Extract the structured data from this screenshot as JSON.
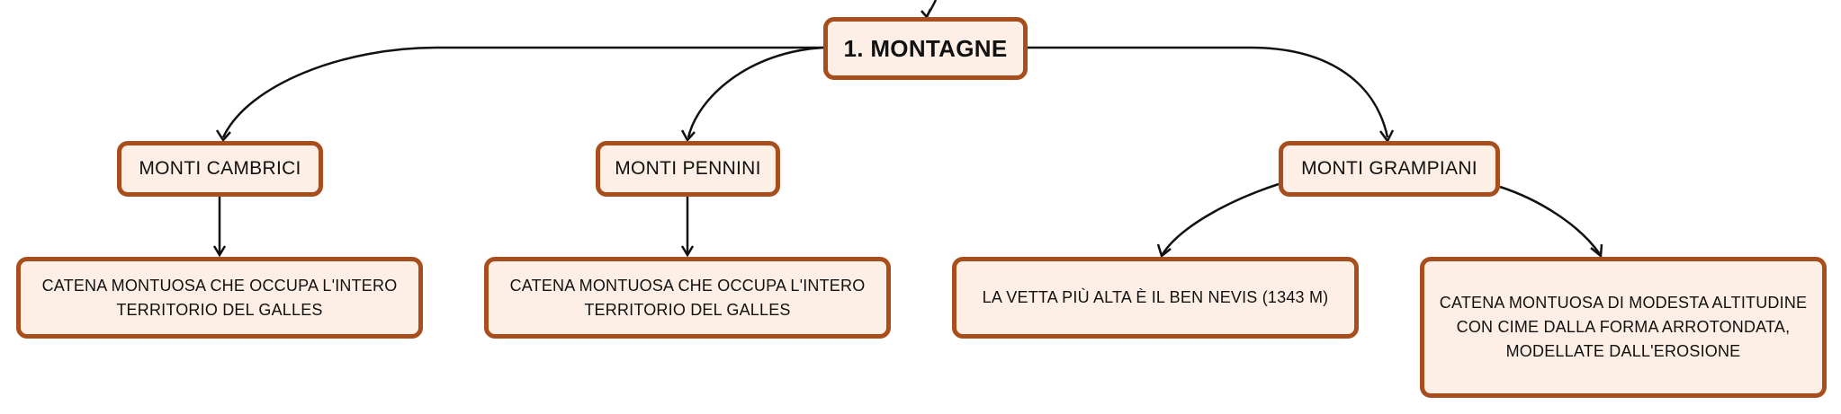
{
  "root": {
    "label": "1. MONTAGNE"
  },
  "children": [
    {
      "label": "MONTI CAMBRICI",
      "details": [
        "CATENA MONTUOSA CHE OCCUPA L'INTERO TERRITORIO DEL GALLES"
      ]
    },
    {
      "label": "MONTI PENNINI",
      "details": [
        "CATENA MONTUOSA CHE OCCUPA L'INTERO TERRITORIO DEL GALLES"
      ]
    },
    {
      "label": "MONTI GRAMPIANI",
      "details": [
        "LA VETTA PIÙ ALTA È IL BEN NEVIS (1343 M)",
        "CATENA MONTUOSA DI MODESTA ALTITUDINE CON CIME DALLA FORMA ARROTONDATA, MODELLATE DALL'EROSIONE"
      ]
    }
  ],
  "colors": {
    "node_fill": "#fdefe5",
    "node_border": "#a84e1c",
    "edge": "#111111"
  }
}
